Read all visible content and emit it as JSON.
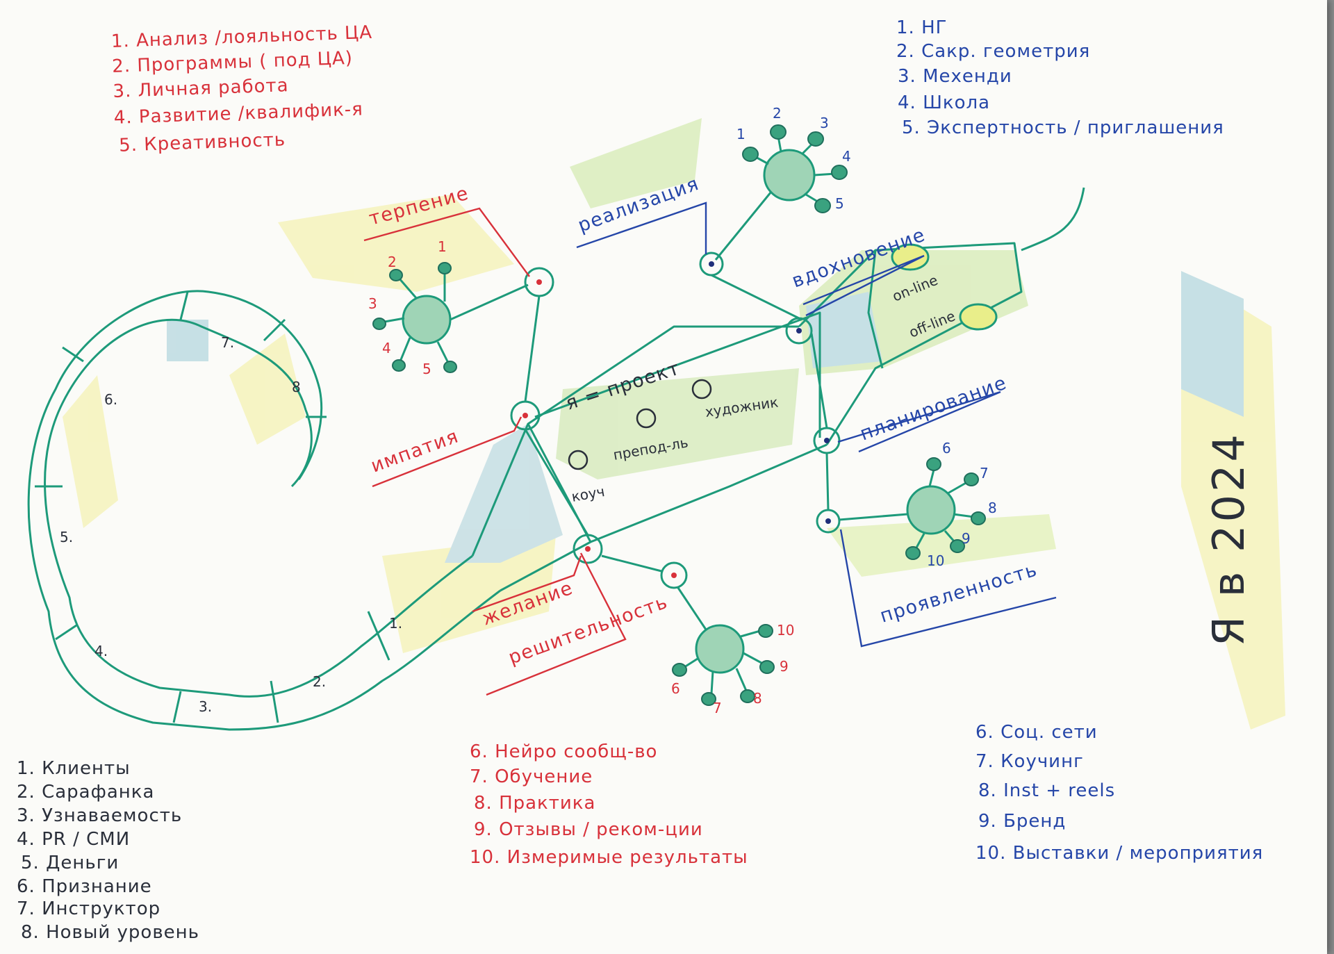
{
  "lists": {
    "top_left": [
      "1. Анализ /лояльность ЦА",
      "2. Программы ( под ЦА)",
      "3. Личная работа",
      "4. Развитие /квалифик-я",
      "5. Креативность"
    ],
    "top_right": [
      "1. НГ",
      "2. Сакр. геометрия",
      "3. Мехенди",
      "4. Школа",
      "5. Экспертность / приглашения"
    ],
    "bottom_left": [
      "1. Клиенты",
      "2. Сарафанка",
      "3. Узнаваемость",
      "4. PR / СМИ",
      "5. Деньги",
      "6. Признание",
      "7. Инструктор",
      "8. Новый уровень"
    ],
    "bottom_center": [
      "6. Нейро сообщ-во",
      "7. Обучение",
      "8. Практика",
      "9. Отзывы / реком-ции",
      "10. Измеримые результаты"
    ],
    "bottom_right": [
      "6. Соц. сети",
      "7. Коучинг",
      "8. Inst + reels",
      "9. Бренд",
      "10. Выставки / мероприятия"
    ]
  },
  "labels": {
    "terpenie": "терпение",
    "realizatsiya": "реализация",
    "vdokhnovenie": "вдохновение",
    "planirovanie": "планирование",
    "proyavlennost": "проявленность",
    "empatiya": "импатия",
    "zhelanie": "желание",
    "reshitelnost": "решительность",
    "online": "on-line",
    "offline": "off-line"
  },
  "body": {
    "project": "я = проект",
    "artist": "художник",
    "teacher": "препод-ль",
    "coach": "коуч"
  },
  "spiral_numbers": [
    "1.",
    "2.",
    "3.",
    "4.",
    "5.",
    "6.",
    "7.",
    "8"
  ],
  "flowers": {
    "top_left": [
      "1",
      "2",
      "3",
      "4",
      "5"
    ],
    "top_right": [
      "1",
      "2",
      "3",
      "4",
      "5"
    ],
    "right": [
      "6",
      "7",
      "8",
      "9",
      "10"
    ],
    "bottom": [
      "6",
      "7",
      "8",
      "9",
      "10"
    ]
  },
  "side_title": "Я в 2024",
  "colors": {
    "red": "#d8313a",
    "blue": "#2546a8",
    "green": "#1d9a7a",
    "yellow": "#f3ef9a",
    "lightblue": "#9ccbd6"
  }
}
